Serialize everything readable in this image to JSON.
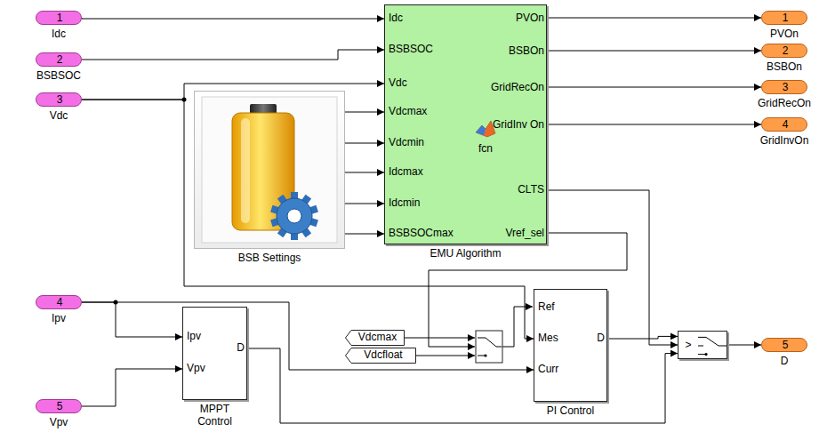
{
  "diagram": {
    "nodes": [
      {
        "text": [
          "1",
          "Idc"
        ]
      },
      {
        "text": [
          "2",
          "BSBSOC"
        ]
      },
      {
        "text": [
          "3",
          "Vdc"
        ]
      },
      {
        "text": [
          "Idc",
          "BSBSOC",
          "Vdc",
          "Vdcmax",
          "Vdcmin",
          "Idcmax",
          "Idcmin",
          "BSBSOCmax",
          "PVOn",
          "BSBOn",
          "GridRecOn",
          "GridInv On",
          "CLTS",
          "Vref_sel",
          "fcn",
          "EMU Algorithm"
        ]
      },
      {
        "text": [
          "BSB Settings"
        ]
      },
      {
        "text": [
          "1",
          "PVOn"
        ]
      },
      {
        "text": [
          "2",
          "BSBOn"
        ]
      },
      {
        "text": [
          "3",
          "GridRecOn"
        ]
      },
      {
        "text": [
          "4",
          "GridInvOn"
        ]
      },
      {
        "text": [
          "4",
          "Ipv"
        ]
      },
      {
        "text": [
          "5",
          "Vpv"
        ]
      },
      {
        "text": [
          "Ipv",
          "Vpv",
          "D",
          "MPPT Control"
        ]
      },
      {
        "text": [
          "Vdcmax"
        ]
      },
      {
        "text": [
          "Vdcfloat"
        ]
      },
      {
        "text": [
          "Ref",
          "Mes",
          "Curr",
          "D",
          "PI Control"
        ]
      },
      {
        "text": [
          ">"
        ]
      },
      {
        "text": [
          "5",
          "D"
        ]
      }
    ],
    "edges": [
      {
        "from": 0,
        "to": 3,
        "arrow": "to"
      },
      {
        "from": 1,
        "to": 3,
        "arrow": "to"
      },
      {
        "from": 2,
        "to": 3,
        "arrow": "to"
      },
      {
        "from": 4,
        "to": 3,
        "arrow": "to"
      },
      {
        "from": 4,
        "to": 3,
        "arrow": "to"
      },
      {
        "from": 4,
        "to": 3,
        "arrow": "to"
      },
      {
        "from": 4,
        "to": 3,
        "arrow": "to"
      },
      {
        "from": 4,
        "to": 3,
        "arrow": "to"
      },
      {
        "from": 3,
        "to": 5,
        "arrow": "to"
      },
      {
        "from": 3,
        "to": 6,
        "arrow": "to"
      },
      {
        "from": 3,
        "to": 7,
        "arrow": "to"
      },
      {
        "from": 3,
        "to": 8,
        "arrow": "to"
      },
      {
        "from": 2,
        "to": 14,
        "arrow": "to"
      },
      {
        "from": 9,
        "to": 11,
        "arrow": "to"
      },
      {
        "from": 9,
        "to": 14,
        "arrow": "to"
      },
      {
        "from": 10,
        "to": 11,
        "arrow": "to"
      },
      {
        "from": 11,
        "to": 15,
        "arrow": "to"
      },
      {
        "from": 14,
        "to": 15,
        "arrow": "to"
      },
      {
        "from": 3,
        "to": 15,
        "arrow": "to"
      },
      {
        "from": 15,
        "to": 16,
        "arrow": "to"
      }
    ]
  }
}
